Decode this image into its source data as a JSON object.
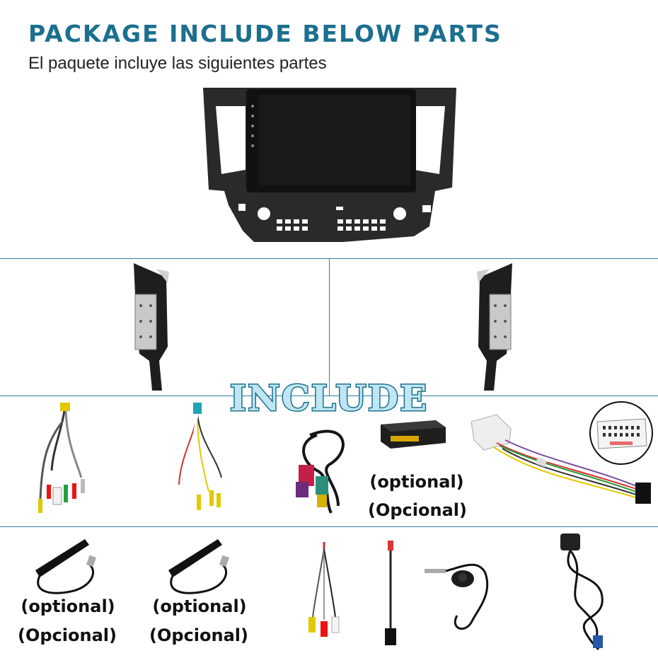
{
  "header": {
    "title": "PACKAGE INCLUDE BELOW PARTS",
    "subtitle": "El paquete incluye las siguientes partes"
  },
  "banner": {
    "text": "INCLUDE"
  },
  "captions": {
    "decoder_en": "(optional)",
    "decoder_es": "(Opcional)",
    "antenna1_en": "(optional)",
    "antenna1_es": "(Opcional)",
    "antenna2_en": "(optional)",
    "antenna2_es": "(Opcional)"
  },
  "colors": {
    "title": "#1c6f8f",
    "divider": "#2f7e9e",
    "banner_fill": "#bfe6f2",
    "banner_stroke": "#1c6f8f"
  },
  "icons": [
    "head-unit-image",
    "bracket-left-image",
    "bracket-right-image",
    "rca-harness-a-image",
    "rca-harness-b-image",
    "usb-cable-image",
    "canbus-decoder-image",
    "power-harness-image",
    "connector-closeup-image",
    "4g-antenna-a-image",
    "4g-antenna-b-image",
    "rca-cable-image",
    "fm-adapter-image",
    "microphone-image",
    "gps-antenna-image"
  ]
}
